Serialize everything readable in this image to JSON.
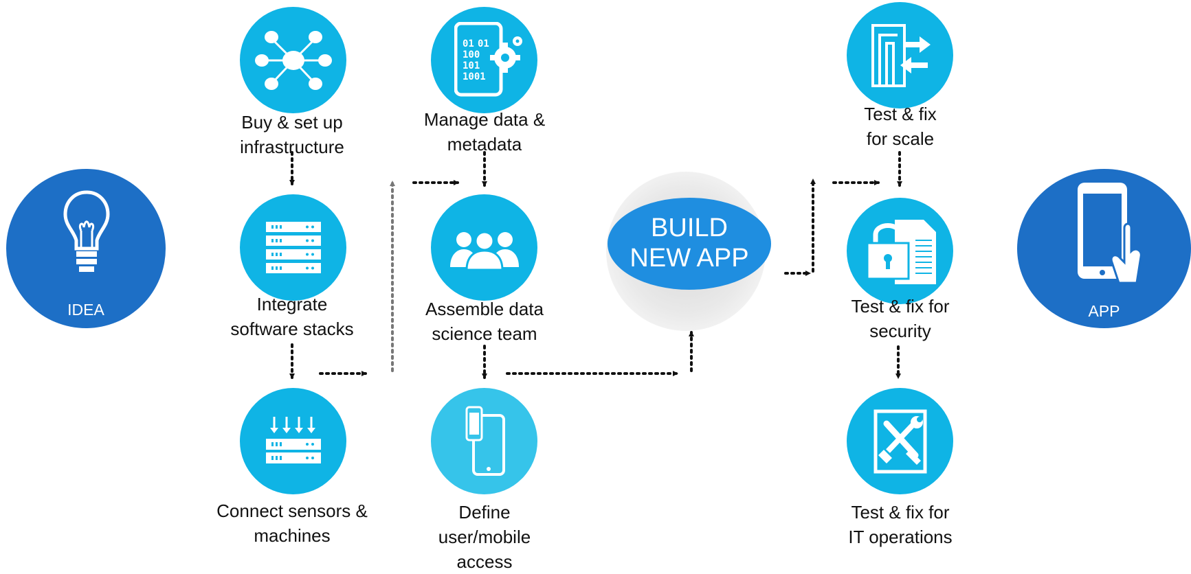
{
  "start": {
    "label": "IDEA"
  },
  "end": {
    "label": "APP"
  },
  "center": {
    "line1": "BUILD",
    "line2": "NEW APP"
  },
  "steps": {
    "infrastructure": {
      "line1": "Buy & set up",
      "line2": "infrastructure"
    },
    "software": {
      "line1": "Integrate",
      "line2": "software stacks"
    },
    "sensors": {
      "line1": "Connect sensors &",
      "line2": "machines"
    },
    "data": {
      "line1": "Manage data &",
      "line2": "metadata"
    },
    "team": {
      "line1": "Assemble data",
      "line2": "science team"
    },
    "access": {
      "line1": "Define",
      "line2": "user/mobile",
      "line3": "access"
    },
    "scale": {
      "line1": "Test & fix",
      "line2": "for scale"
    },
    "security": {
      "line1": "Test & fix for",
      "line2": "security"
    },
    "operations": {
      "line1": "Test & fix for",
      "line2": "IT operations"
    }
  },
  "icons": {
    "idea": "lightbulb-icon",
    "app": "tablet-touch-icon",
    "infrastructure": "database-network-icon",
    "software": "server-rack-icon",
    "sensors": "server-download-icon",
    "data": "binary-tablet-gear-icon",
    "team": "people-group-icon",
    "access": "mobile-devices-icon",
    "scale": "scale-arrows-icon",
    "security": "lock-document-icon",
    "operations": "tools-icon"
  },
  "colors": {
    "endpoint": "#1d6fc6",
    "step": "#0fb4e5",
    "arrow": "#111111",
    "arrow_muted": "#777777"
  }
}
